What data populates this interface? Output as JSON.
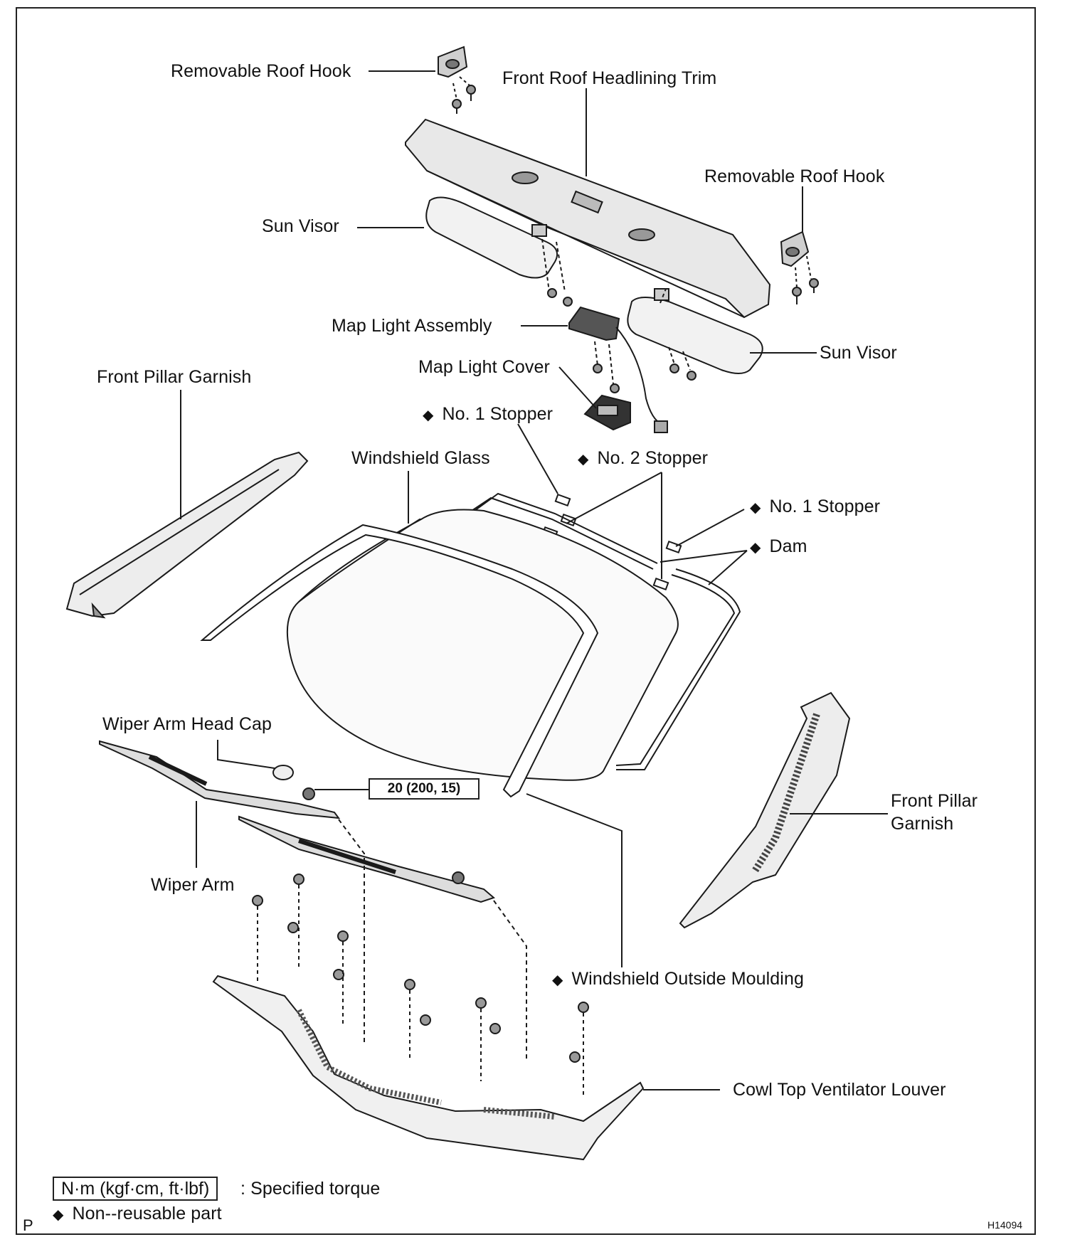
{
  "labels": {
    "removable_roof_hook_left": "Removable Roof Hook",
    "front_roof_headlining_trim": "Front Roof Headlining Trim",
    "removable_roof_hook_right": "Removable Roof Hook",
    "sun_visor_left": "Sun Visor",
    "map_light_assembly": "Map Light Assembly",
    "sun_visor_right": "Sun Visor",
    "map_light_cover": "Map Light Cover",
    "front_pillar_garnish_left": "Front Pillar Garnish",
    "no1_stopper_top": "No. 1 Stopper",
    "windshield_glass": "Windshield Glass",
    "no2_stopper": "No. 2 Stopper",
    "no1_stopper_right": "No. 1 Stopper",
    "dam": "Dam",
    "wiper_arm_head_cap": "Wiper Arm Head Cap",
    "torque_value": "20 (200, 15)",
    "front_pillar_garnish_right_line1": "Front Pillar",
    "front_pillar_garnish_right_line2": "Garnish",
    "wiper_arm": "Wiper Arm",
    "windshield_outside_moulding": "Windshield Outside Moulding",
    "cowl_top_ventilator_louver": "Cowl Top Ventilator Louver"
  },
  "legend": {
    "torque_unit_box": "N·m (kgf·cm, ft·lbf)",
    "torque_desc": ": Specified torque",
    "nonreusable_symbol": "◆",
    "nonreusable_desc": "Non--reusable part"
  },
  "footer": {
    "page_letter": "P",
    "figure_code": "H14094"
  },
  "symbols": {
    "diamond": "◆"
  }
}
